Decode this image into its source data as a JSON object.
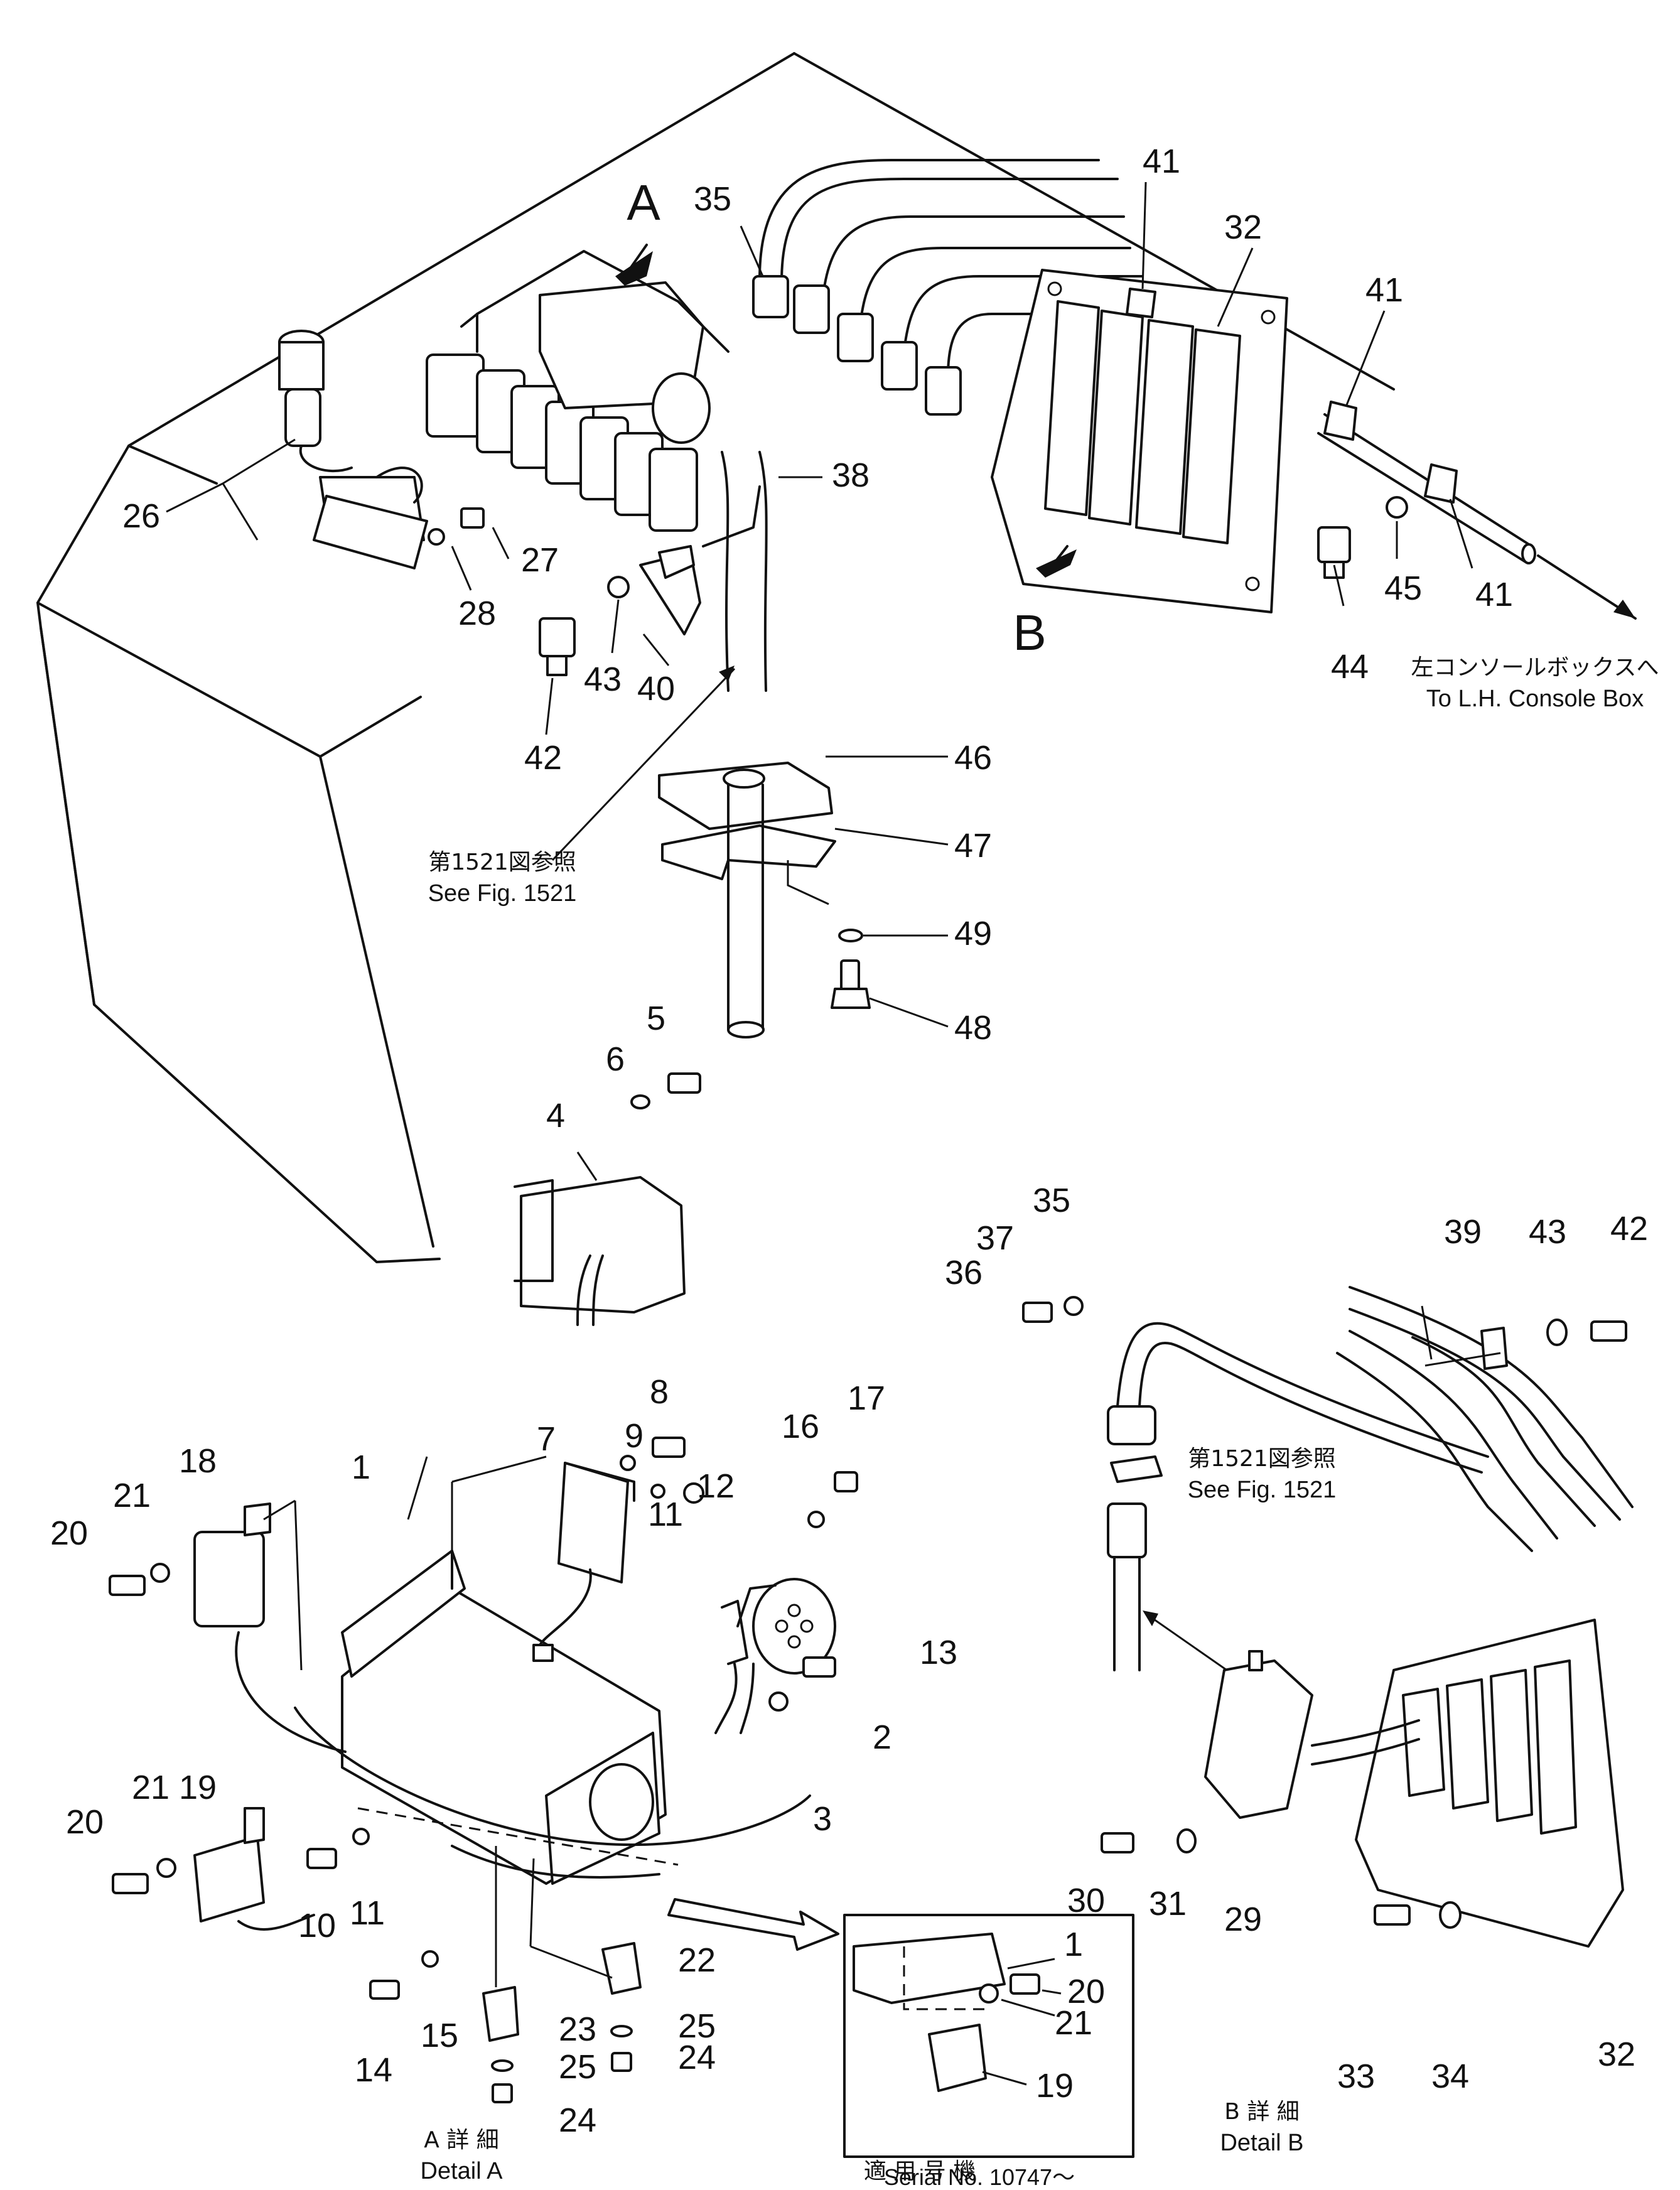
{
  "view_labels": {
    "view_a": "A",
    "view_b": "B"
  },
  "parts": {
    "p1": "1",
    "p2": "2",
    "p3": "3",
    "p4": "4",
    "p5": "5",
    "p6": "6",
    "p7": "7",
    "p8": "8",
    "p9": "9",
    "p10": "10",
    "p11a": "11",
    "p11b": "11",
    "p12": "12",
    "p13": "13",
    "p14": "14",
    "p15": "15",
    "p16": "16",
    "p17": "17",
    "p18": "18",
    "p19": "19",
    "p20a": "20",
    "p20b": "20",
    "p21a": "21",
    "p21b": "21",
    "p22": "22",
    "p23": "23",
    "p24a": "24",
    "p24b": "24",
    "p25a": "25",
    "p25b": "25",
    "p26": "26",
    "p27": "27",
    "p28": "28",
    "p29": "29",
    "p30": "30",
    "p31": "31",
    "p32a": "32",
    "p32b": "32",
    "p33": "33",
    "p34": "34",
    "p35a": "35",
    "p35b": "35",
    "p36": "36",
    "p37": "37",
    "p38": "38",
    "p39": "39",
    "p40": "40",
    "p41a": "41",
    "p41b": "41",
    "p41c": "41",
    "p42a": "42",
    "p42b": "42",
    "p43a": "43",
    "p43b": "43",
    "p44": "44",
    "p45": "45",
    "p46": "46",
    "p47": "47",
    "p48": "48",
    "p49": "49",
    "inset_1": "1",
    "inset_19": "19",
    "inset_20": "20",
    "inset_21": "21"
  },
  "notes": {
    "see_fig_top_jp": "第1521図参照",
    "see_fig_top_en": "See Fig. 1521",
    "see_fig_right_jp": "第1521図参照",
    "see_fig_right_en": "See Fig. 1521",
    "console_jp": "左コンソールボックスへ",
    "console_en": "To L.H. Console Box",
    "detail_a_jp": "A 詳 細",
    "detail_a_en": "Detail A",
    "detail_b_jp": "B 詳 細",
    "detail_b_en": "Detail B",
    "serial_jp": "適 用 号 機",
    "serial_en": "Serial No. 10747～"
  }
}
